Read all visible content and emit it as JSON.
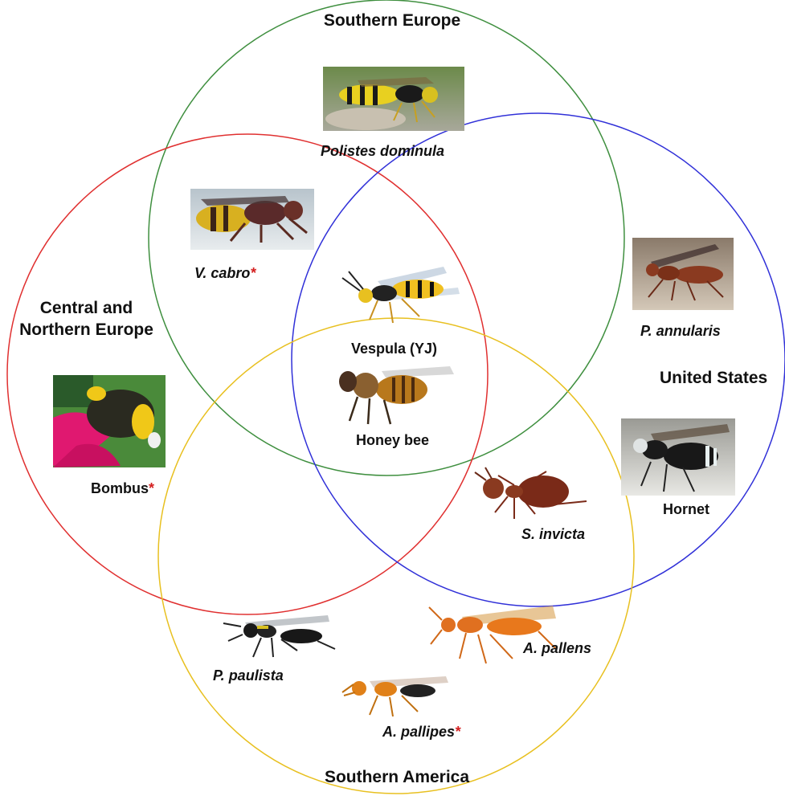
{
  "regions": {
    "southern_europe": {
      "label": "Southern Europe",
      "color": "#3f8f3f"
    },
    "central_northern_europe": {
      "line1": "Central and",
      "line2": "Northern Europe",
      "color": "#e03030"
    },
    "united_states": {
      "label": "United States",
      "color": "#3030d8"
    },
    "southern_america": {
      "label": "Southern America",
      "color": "#e8c020"
    }
  },
  "species": {
    "polistes": {
      "label": "Polistes dominula",
      "icon": "paper-wasp"
    },
    "vcabro": {
      "label": "V. cabro",
      "asterisk": "*",
      "icon": "hornet-european"
    },
    "vespula": {
      "label": "Vespula (YJ)",
      "icon": "yellowjacket"
    },
    "annularis": {
      "label": "P. annularis",
      "icon": "red-paper-wasp"
    },
    "honeybee": {
      "label": "Honey bee",
      "icon": "honey-bee"
    },
    "bombus": {
      "label": "Bombus",
      "asterisk": "*",
      "icon": "bumblebee"
    },
    "hornet": {
      "label": "Hornet",
      "icon": "bald-faced-hornet"
    },
    "invicta": {
      "label": "S. invicta",
      "icon": "fire-ant"
    },
    "paulista": {
      "label": "P. paulista",
      "icon": "black-wasp"
    },
    "pallens": {
      "label": "A. pallens",
      "icon": "orange-wasp"
    },
    "pallipes": {
      "label": "A. pallipes",
      "asterisk": "*",
      "icon": "orange-wasp-small"
    }
  }
}
